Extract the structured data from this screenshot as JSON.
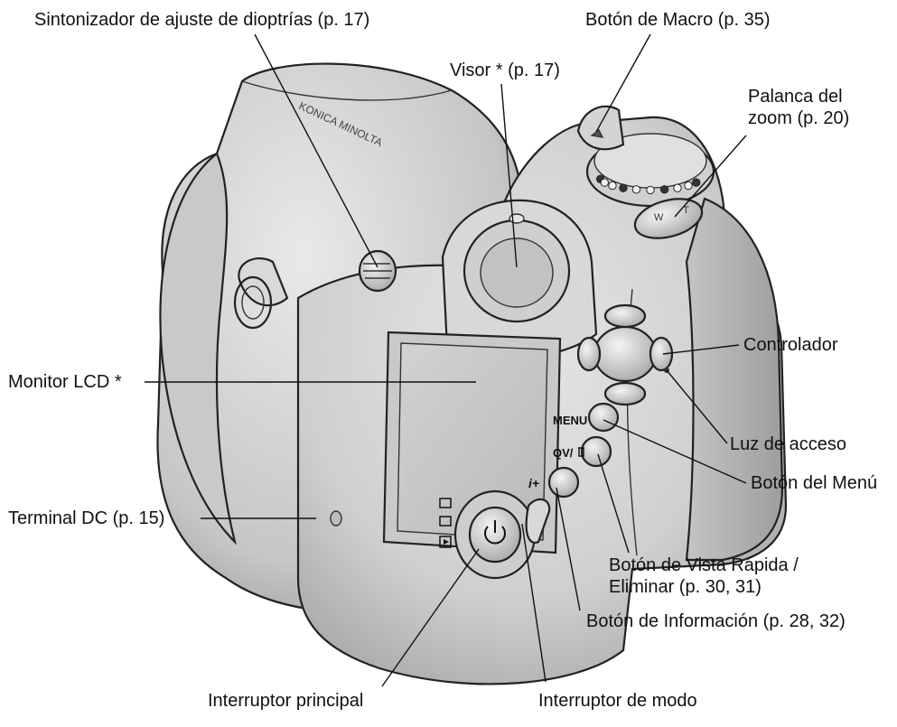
{
  "labels": {
    "diopter_dial": "Sintonizador de ajuste de dioptrías (p. 17)",
    "viewfinder": "Visor * (p. 17)",
    "macro_button": "Botón de Macro (p. 35)",
    "zoom_lever_line1": "Palanca del",
    "zoom_lever_line2": "zoom (p. 20)",
    "controller": "Controlador",
    "lcd_monitor": "Monitor LCD *",
    "access_lamp": "Luz de acceso",
    "menu_button": "Botón del Menú",
    "dc_terminal": "Terminal DC (p. 15)",
    "quick_view_line1": "Botón de Vista Rápida /",
    "quick_view_line2": "Eliminar (p. 30, 31)",
    "info_button": "Botón de Información (p. 28, 32)",
    "main_switch": "Interruptor principal",
    "mode_switch": "Interruptor de modo"
  },
  "camera_markings": {
    "menu": "MENU",
    "qv_delete": "QV/&#x1F5D1;",
    "info": "i+",
    "brand": "KONICA MINOLTA",
    "zoom_wide": "W",
    "zoom_tele": "T"
  },
  "colors": {
    "camera_body": "#d6d6d6",
    "camera_shadow": "#a9a9a9",
    "camera_highlight": "#ececec",
    "outline": "#222222",
    "background": "#ffffff"
  }
}
